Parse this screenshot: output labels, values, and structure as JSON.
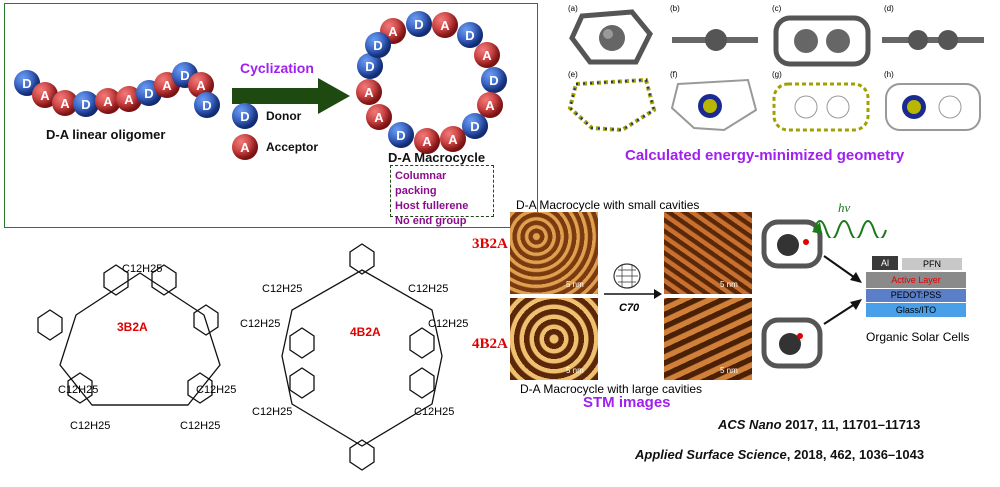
{
  "top_left": {
    "linear_label": "D-A linear oligomer",
    "cyclization": "Cyclization",
    "donor": "Donor",
    "acceptor": "Acceptor",
    "macrocycle_label": "D-A Macrocycle",
    "features": [
      "Columnar packing",
      "Host fullerene",
      "No end group"
    ],
    "ball_d": "D",
    "ball_a": "A"
  },
  "geometry": {
    "panels": [
      "(a)",
      "(b)",
      "(c)",
      "(d)",
      "(e)",
      "(f)",
      "(g)",
      "(h)"
    ],
    "caption": "Calculated energy-minimized geometry"
  },
  "molecules": {
    "m1": "3B2A",
    "m2": "4B2A",
    "substituent": "C12H25"
  },
  "stm": {
    "small_cavities": "D-A Macrocycle with small cavities",
    "large_cavities": "D-A Macrocycle with large cavities",
    "row1": "3B2A",
    "row2": "4B2A",
    "scale": "5 nm",
    "c70": "C70",
    "caption": "STM images"
  },
  "device": {
    "hv": "hv",
    "layers": [
      "Al",
      "PFN",
      "Active Layer",
      "PEDOT:PSS",
      "Glass/ITO"
    ],
    "label": "Organic Solar Cells"
  },
  "refs": {
    "r1_journal": "ACS Nano",
    "r1_rest": " 2017, 11, 11701–11713",
    "r2_journal": "Applied Surface Science",
    "r2_rest": ", 2018, 462, 1036–1043"
  },
  "colors": {
    "donor": "#1b3fa8",
    "acceptor": "#b41c1c",
    "arrow": "#1e4a12",
    "purple": "#a020f0",
    "red_label": "#e00000"
  }
}
